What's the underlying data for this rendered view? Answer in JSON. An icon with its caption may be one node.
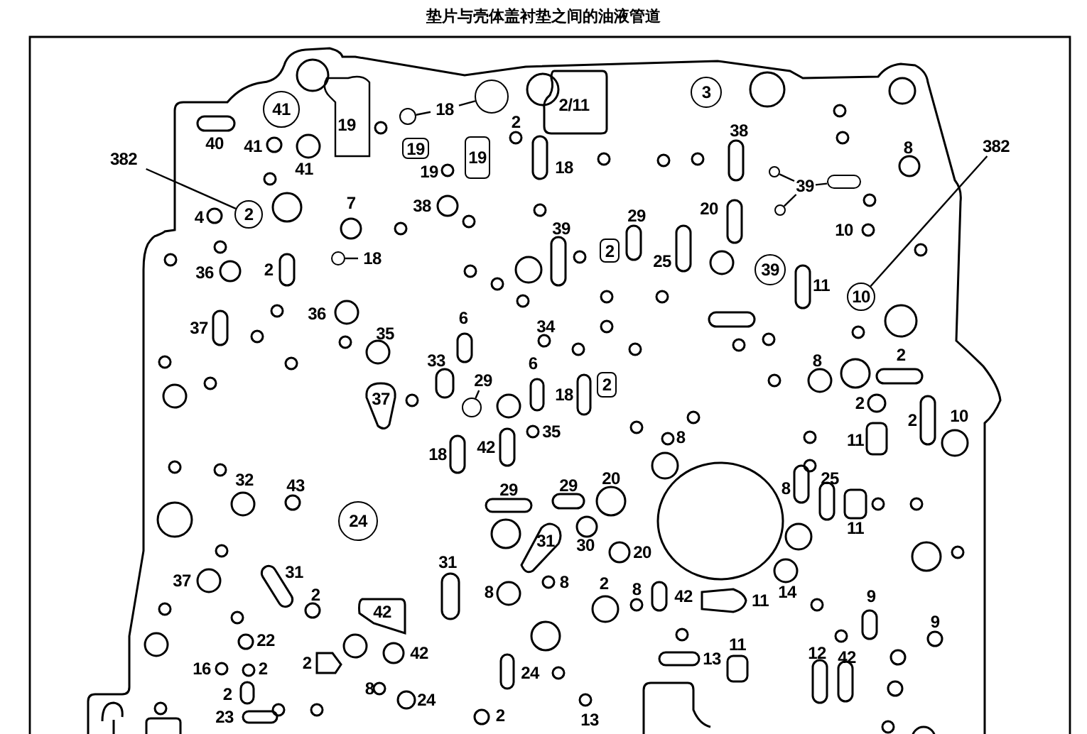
{
  "diagram": {
    "title": "垫片与壳体盖衬垫之间的油液管道",
    "nodes": [
      {
        "text": [
          "41"
        ]
      },
      {
        "text": [
          "19"
        ]
      },
      {
        "text": [
          "19"
        ]
      },
      {
        "text": [
          "19"
        ]
      },
      {
        "text": [
          "2/11"
        ]
      },
      {
        "text": [
          "3"
        ]
      },
      {
        "text": [
          "2"
        ]
      },
      {
        "text": [
          "2"
        ]
      },
      {
        "text": [
          "39"
        ]
      },
      {
        "text": [
          "10"
        ]
      },
      {
        "text": [
          "37"
        ]
      },
      {
        "text": [
          "2"
        ]
      },
      {
        "text": [
          "24"
        ]
      },
      {
        "text": [
          "31"
        ]
      },
      {
        "text": [
          "42"
        ]
      },
      {
        "text": [
          "382"
        ]
      },
      {
        "text": [
          "382"
        ]
      },
      {
        "text": [
          "18"
        ]
      },
      {
        "text": [],
        "shape": "circle"
      },
      {
        "text": [],
        "shape": "circle"
      },
      {
        "text": [
          "39"
        ]
      },
      {
        "text": [],
        "shape": "circle"
      },
      {
        "text": [],
        "shape": "circle"
      },
      {
        "text": [],
        "shape": "bar"
      },
      {
        "text": [
          "18"
        ]
      },
      {
        "text": [],
        "shape": "circle"
      },
      {
        "text": [
          "29"
        ]
      },
      {
        "text": [],
        "shape": "circle"
      }
    ],
    "edges": [
      {
        "from": 15,
        "to": 6,
        "arrow": "none"
      },
      {
        "from": 16,
        "to": 9,
        "arrow": "none"
      },
      {
        "from": 17,
        "to": 18,
        "arrow": "none"
      },
      {
        "from": 17,
        "to": 19,
        "arrow": "none"
      },
      {
        "from": 20,
        "to": 21,
        "arrow": "none"
      },
      {
        "from": 20,
        "to": 22,
        "arrow": "none"
      },
      {
        "from": 20,
        "to": 23,
        "arrow": "none"
      },
      {
        "from": 24,
        "to": 25,
        "arrow": "none"
      },
      {
        "from": 26,
        "to": 27,
        "arrow": "none"
      }
    ],
    "labels": [
      "2",
      "40",
      "41",
      "41",
      "19",
      "18",
      "38",
      "8",
      "4",
      "7",
      "38",
      "29",
      "20",
      "39",
      "10",
      "36",
      "2",
      "25",
      "11",
      "37",
      "36",
      "35",
      "6",
      "34",
      "33",
      "6",
      "8",
      "2",
      "18",
      "2",
      "2",
      "10",
      "35",
      "8",
      "11",
      "18",
      "42",
      "32",
      "43",
      "29",
      "29",
      "20",
      "25",
      "8",
      "11",
      "30",
      "20",
      "31",
      "37",
      "31",
      "2",
      "8",
      "8",
      "2",
      "8",
      "42",
      "11",
      "14",
      "9",
      "9",
      "22",
      "42",
      "11",
      "13",
      "12",
      "42",
      "16",
      "2",
      "2",
      "24",
      "8",
      "2",
      "24",
      "23",
      "2",
      "13"
    ]
  }
}
